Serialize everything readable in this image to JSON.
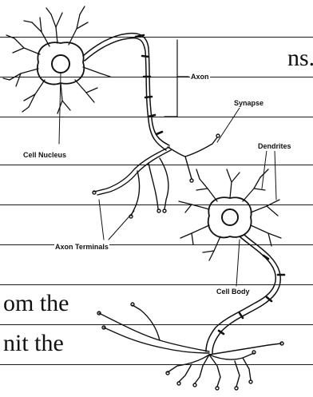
{
  "labels": {
    "axon": "Axon",
    "synapse": "Synapse",
    "dendrites": "Dendrites",
    "cell_nucleus": "Cell Nucleus",
    "axon_terminals": "Axon Terminals",
    "cell_body": "Cell Body"
  },
  "document_fragments": {
    "line1_end": "ns.",
    "line2_end": "om the",
    "line3_end": "nit the"
  },
  "colors": {
    "ink": "#111111",
    "paper": "#ffffff"
  }
}
